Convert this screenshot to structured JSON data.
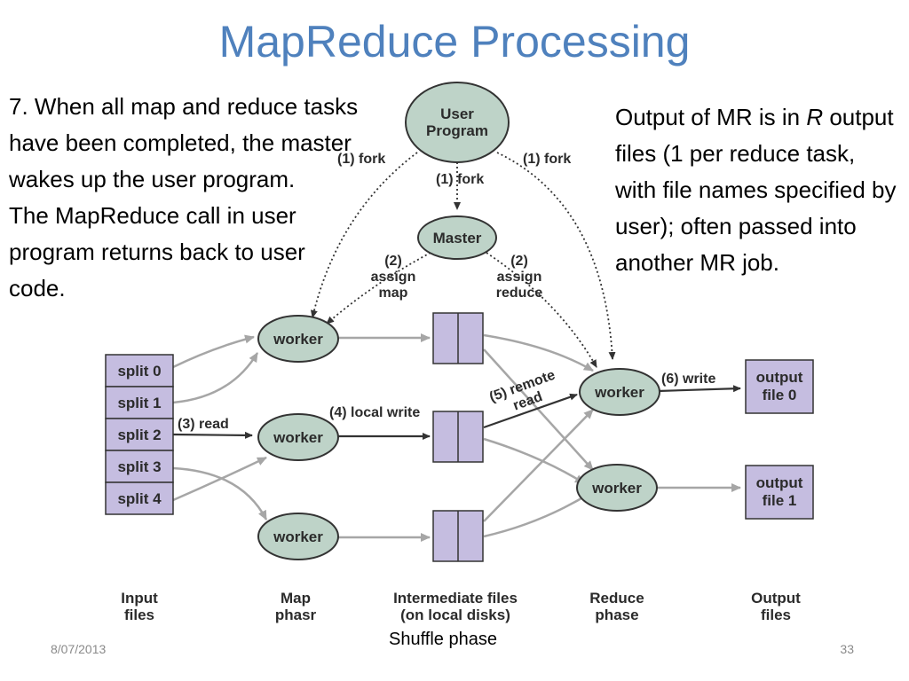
{
  "title": "MapReduce Processing",
  "left_text": {
    "para1": "7. When all map and reduce tasks have been completed, the master wakes up the user program.",
    "para2": "The MapReduce call in user program returns back to user code."
  },
  "right_text": {
    "before": "Output of MR is in ",
    "var": "R",
    "after": " output files (1 per reduce task, with file names specified by user); often passed into another MR job."
  },
  "diagram": {
    "user_program": [
      "User",
      "Program"
    ],
    "master": "Master",
    "worker_label": "worker",
    "splits": [
      "split 0",
      "split 1",
      "split 2",
      "split 3",
      "split 4"
    ],
    "output_files": [
      [
        "output",
        "file 0"
      ],
      [
        "output",
        "file 1"
      ]
    ],
    "edges": {
      "fork_left": "(1) fork",
      "fork_mid": "(1) fork",
      "fork_right": "(1) fork",
      "assign_map": [
        "(2)",
        "assign",
        "map"
      ],
      "assign_reduce": [
        "(2)",
        "assign",
        "reduce"
      ],
      "read": "(3) read",
      "local_write": "(4) local write",
      "remote_read": [
        "(5) remote",
        "read"
      ],
      "write": "(6) write"
    },
    "stages": [
      [
        "Input",
        "files"
      ],
      [
        "Map",
        "phasr"
      ],
      [
        "Intermediate files",
        "(on local disks)"
      ],
      [
        "Reduce",
        "phase"
      ],
      [
        "Output",
        "files"
      ]
    ],
    "colors": {
      "node_fill": "#bed3c8",
      "file_fill": "#c5bde0",
      "stroke": "#333333",
      "arrow_gray": "#a6a6a6"
    }
  },
  "shuffle_label": "Shuffle phase",
  "footer": {
    "date": "8/07/2013",
    "page": "33"
  }
}
